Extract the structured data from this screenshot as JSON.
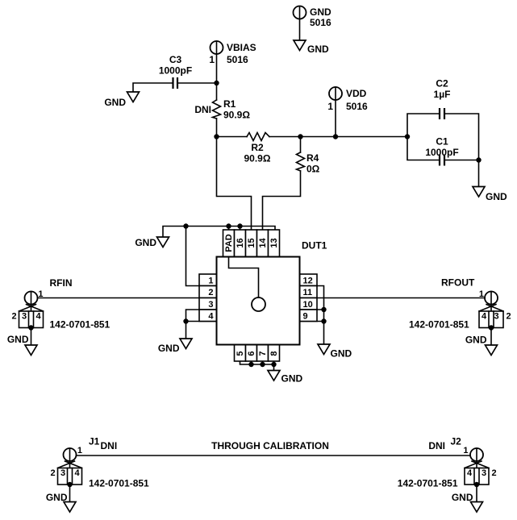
{
  "schematic": {
    "background_color": "#ffffff",
    "ink_color": "#000000"
  },
  "labels": {
    "gnd": "GND",
    "tp_part": "5016",
    "pin1": "1",
    "through_calibration": "THROUGH CALIBRATION",
    "dni": "DNI",
    "connector_part": "142-0701-851"
  },
  "testpoints": {
    "gnd": "GND",
    "vbias": "VBIAS",
    "vdd": "VDD"
  },
  "components": {
    "c1": {
      "ref": "C1",
      "value": "1000pF"
    },
    "c2": {
      "ref": "C2",
      "value": "1µF"
    },
    "c3": {
      "ref": "C3",
      "value": "1000pF"
    },
    "r1": {
      "ref": "R1",
      "value": "90.9Ω",
      "note": "DNI"
    },
    "r2": {
      "ref": "R2",
      "value": "90.9Ω"
    },
    "r4": {
      "ref": "R4",
      "value": "0Ω"
    }
  },
  "dut": {
    "ref": "DUT1",
    "top_pins": [
      "PAD",
      "16",
      "15",
      "14",
      "13"
    ],
    "left_pins": [
      "1",
      "2",
      "3",
      "4"
    ],
    "right_pins": [
      "12",
      "11",
      "10",
      "9"
    ],
    "bottom_pins": [
      "5",
      "6",
      "7",
      "8"
    ]
  },
  "connectors": {
    "rfin": {
      "label": "RFIN",
      "cells": [
        "2",
        "3",
        "4"
      ]
    },
    "rfout": {
      "label": "RFOUT",
      "cells": [
        "4",
        "3",
        "2"
      ]
    },
    "j1": {
      "ref": "J1",
      "cells": [
        "2",
        "3",
        "4"
      ]
    },
    "j2": {
      "ref": "J2",
      "cells": [
        "4",
        "3",
        "2"
      ]
    }
  }
}
